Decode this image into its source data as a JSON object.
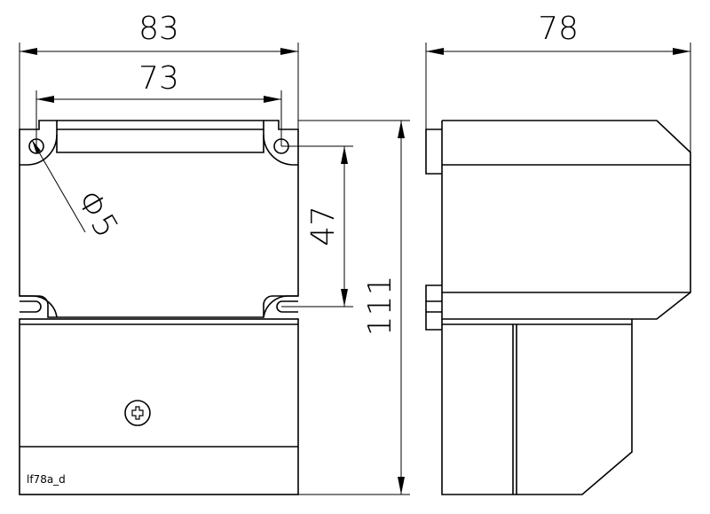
{
  "dimensions": {
    "width_total": "83",
    "hole_spacing_horizontal": "73",
    "hole_diameter": "Φ5",
    "hole_spacing_vertical": "47",
    "height_total": "111",
    "depth_total": "78"
  },
  "drawing_code": "lf78a_d"
}
